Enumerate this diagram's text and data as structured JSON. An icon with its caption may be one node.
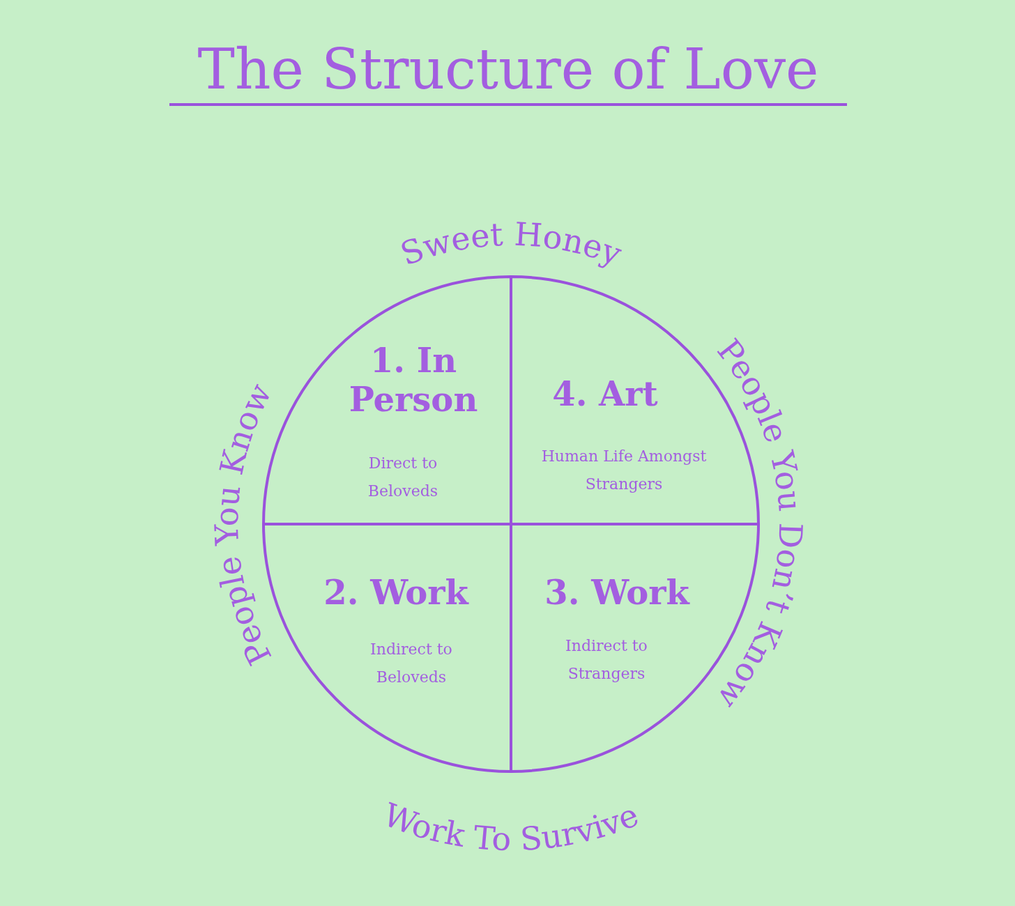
{
  "diagram": {
    "title": "The Structure of Love",
    "nodes": [
      {
        "text": [
          "1. In Person",
          "Direct to Beloveds"
        ]
      },
      {
        "text": [
          "4. Art",
          "Human Life Amongst Strangers"
        ]
      },
      {
        "text": [
          "2. Work",
          "Indirect to Beloveds"
        ]
      },
      {
        "text": [
          "3. Work",
          "Indirect to Strangers"
        ]
      }
    ],
    "labels": [
      "Sweet Honey",
      "People You Know",
      "People You Don’t Know",
      "Work To Survive"
    ]
  }
}
